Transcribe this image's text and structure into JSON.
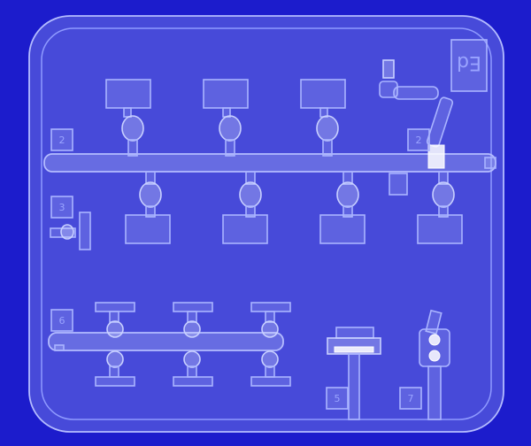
{
  "scene": {
    "background": "#1c1ccc",
    "plastic_color": "#aab4ff",
    "highlight_color": "#ffffff"
  },
  "sprue": {
    "code": "Ed",
    "part_numbers": [
      "2",
      "2",
      "3",
      "6",
      "5",
      "7"
    ]
  }
}
